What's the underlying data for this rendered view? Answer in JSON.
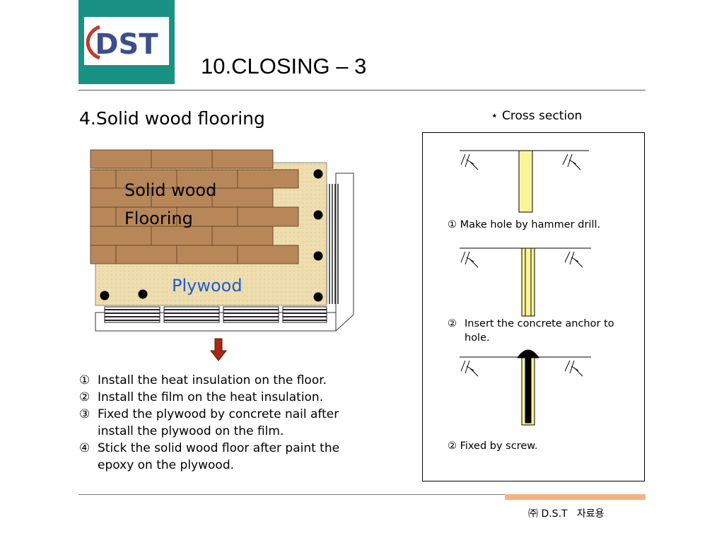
{
  "logo": {
    "text": "DST"
  },
  "slide_title": "10.CLOSING – 3",
  "section_heading": "4.Solid wood flooring",
  "diagram": {
    "solid_wood_line1": "Solid wood",
    "solid_wood_line2": "Flooring",
    "plywood_label": "Plywood"
  },
  "cross_section": {
    "title": "⋆ Cross section",
    "captions": [
      {
        "num": "①",
        "text": "Make hole by hammer drill."
      },
      {
        "num": "②",
        "text": "Insert the concrete anchor to hole."
      },
      {
        "num": "②",
        "text": "Fixed by screw."
      }
    ]
  },
  "steps": [
    {
      "num": "①",
      "text": "Install the heat insulation on the floor."
    },
    {
      "num": "②",
      "text": "Install the film on the heat insulation."
    },
    {
      "num": "③",
      "text": "Fixed the plywood by concrete nail after install the plywood on the film."
    },
    {
      "num": "④",
      "text": "Stick the solid wood floor after paint the epoxy on the plywood."
    }
  ],
  "footer": "㈜ D.S.T   자료용",
  "colors": {
    "teal": "#1a9283",
    "wood": "#b7875a",
    "plywood": "#eeddae",
    "plywood_text": "#1f5bd6",
    "arrow": "#a52a10",
    "accent": "#f4b183"
  }
}
